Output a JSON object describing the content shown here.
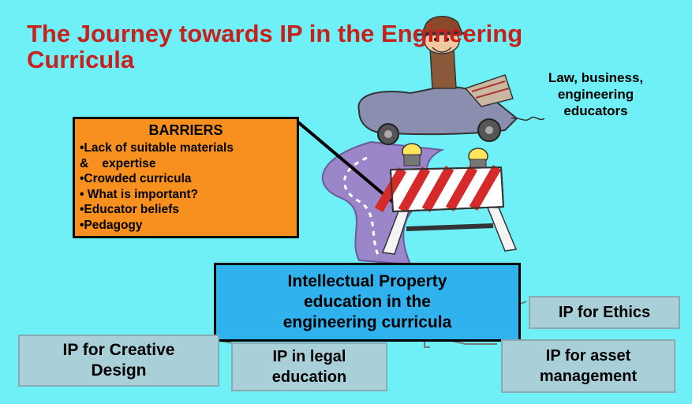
{
  "title": {
    "line1": "The Journey towards IP in the Engineering",
    "line2": "Curricula"
  },
  "side_note": {
    "line1": "Law, business,",
    "line2": "engineering",
    "line3": "educators"
  },
  "barriers": {
    "heading": "BARRIERS",
    "items": [
      "•Lack of suitable materials",
      "&    expertise",
      "•Crowded curricula",
      "• What is important?",
      "•Educator beliefs",
      "•Pedagogy"
    ]
  },
  "center_box": {
    "line1": "Intellectual Property",
    "line2": "education in the",
    "line3": "engineering curricula"
  },
  "boxes": {
    "ethics": "IP for Ethics",
    "creative_line1": "IP for Creative",
    "creative_line2": "Design",
    "legal_line1": "IP in legal",
    "legal_line2": "education",
    "asset_line1": "IP for asset",
    "asset_line2": "management"
  },
  "colors": {
    "background": "#6ff0f6",
    "title": "#c8201c",
    "barriers_fill": "#f7901e",
    "center_fill": "#2fb2ee",
    "grey_box_fill": "#a9cfd9"
  },
  "icons": [
    "road-illustration",
    "driver-car-illustration",
    "road-barrier-illustration"
  ]
}
